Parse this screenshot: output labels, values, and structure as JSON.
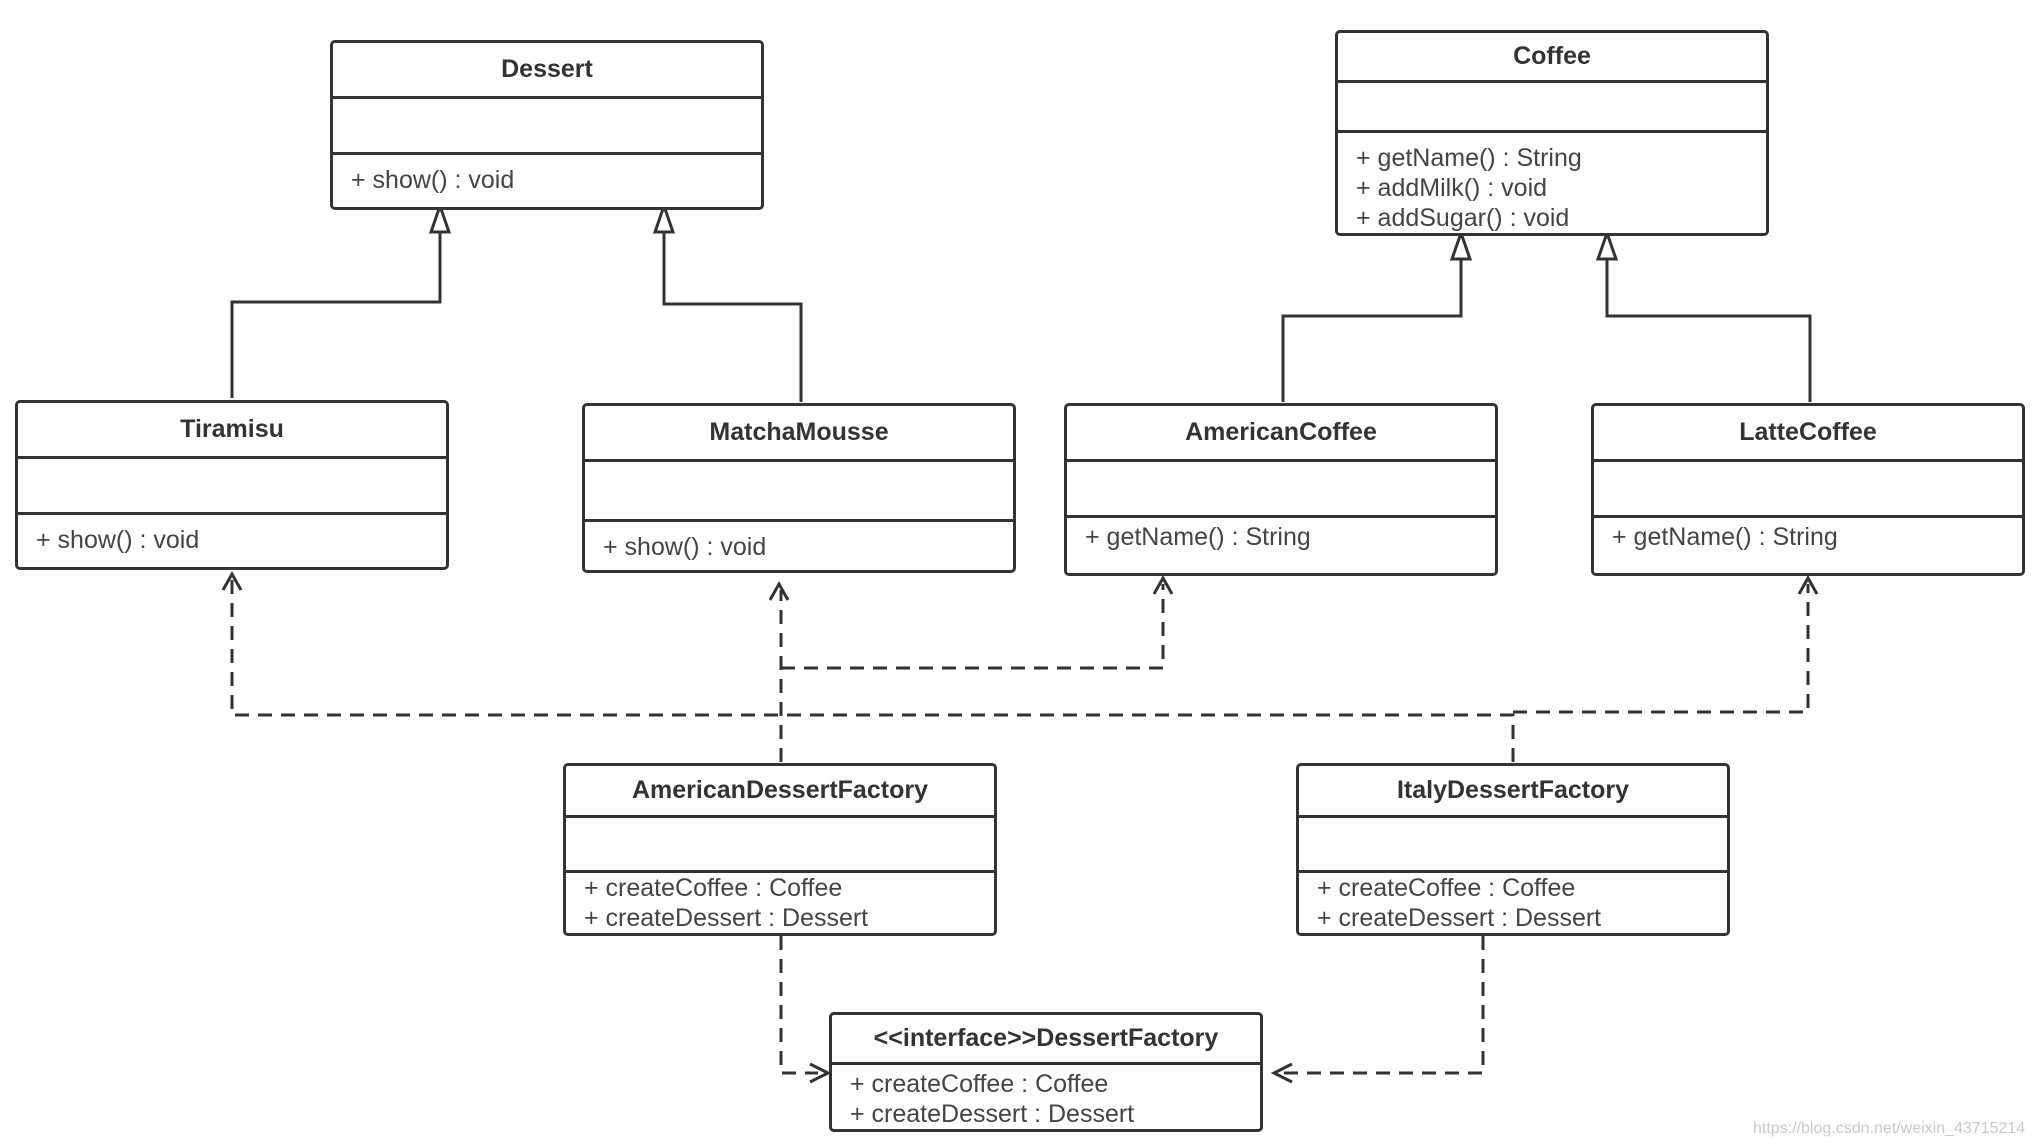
{
  "classes": {
    "dessert": {
      "name": "Dessert",
      "operations": [
        "+ show() : void"
      ]
    },
    "coffee": {
      "name": "Coffee",
      "operations": [
        "+ getName() : String",
        "+ addMilk() : void",
        "+ addSugar() : void"
      ]
    },
    "tiramisu": {
      "name": "Tiramisu",
      "operations": [
        "+ show() : void"
      ]
    },
    "matcha_mousse": {
      "name": "MatchaMousse",
      "operations": [
        "+ show() : void"
      ]
    },
    "american_coffee": {
      "name": "AmericanCoffee",
      "operations": [
        "+ getName() : String"
      ]
    },
    "latte_coffee": {
      "name": "LatteCoffee",
      "operations": [
        "+ getName() : String"
      ]
    },
    "american_dessert_factory": {
      "name": "AmericanDessertFactory",
      "operations": [
        "+ createCoffee : Coffee",
        "+ createDessert : Dessert"
      ]
    },
    "italy_dessert_factory": {
      "name": "ItalyDessertFactory",
      "operations": [
        "+ createCoffee : Coffee",
        "+ createDessert : Dessert"
      ]
    },
    "dessert_factory": {
      "name": "<<interface>>DessertFactory",
      "operations": [
        "+ createCoffee : Coffee",
        "+ createDessert : Dessert"
      ]
    }
  },
  "relations": [
    {
      "type": "generalization",
      "from": "Tiramisu",
      "to": "Dessert"
    },
    {
      "type": "generalization",
      "from": "MatchaMousse",
      "to": "Dessert"
    },
    {
      "type": "generalization",
      "from": "AmericanCoffee",
      "to": "Coffee"
    },
    {
      "type": "generalization",
      "from": "LatteCoffee",
      "to": "Coffee"
    },
    {
      "type": "dependency",
      "from": "AmericanDessertFactory",
      "to": "MatchaMousse"
    },
    {
      "type": "dependency",
      "from": "AmericanDessertFactory",
      "to": "AmericanCoffee"
    },
    {
      "type": "dependency",
      "from": "ItalyDessertFactory",
      "to": "Tiramisu"
    },
    {
      "type": "dependency",
      "from": "ItalyDessertFactory",
      "to": "LatteCoffee"
    },
    {
      "type": "realization",
      "from": "AmericanDessertFactory",
      "to": "<<interface>>DessertFactory"
    },
    {
      "type": "realization",
      "from": "ItalyDessertFactory",
      "to": "<<interface>>DessertFactory"
    }
  ],
  "colors": {
    "line": "#333333",
    "text": "#333333",
    "background": "#ffffff"
  },
  "watermark": "https://blog.csdn.net/weixin_43715214"
}
